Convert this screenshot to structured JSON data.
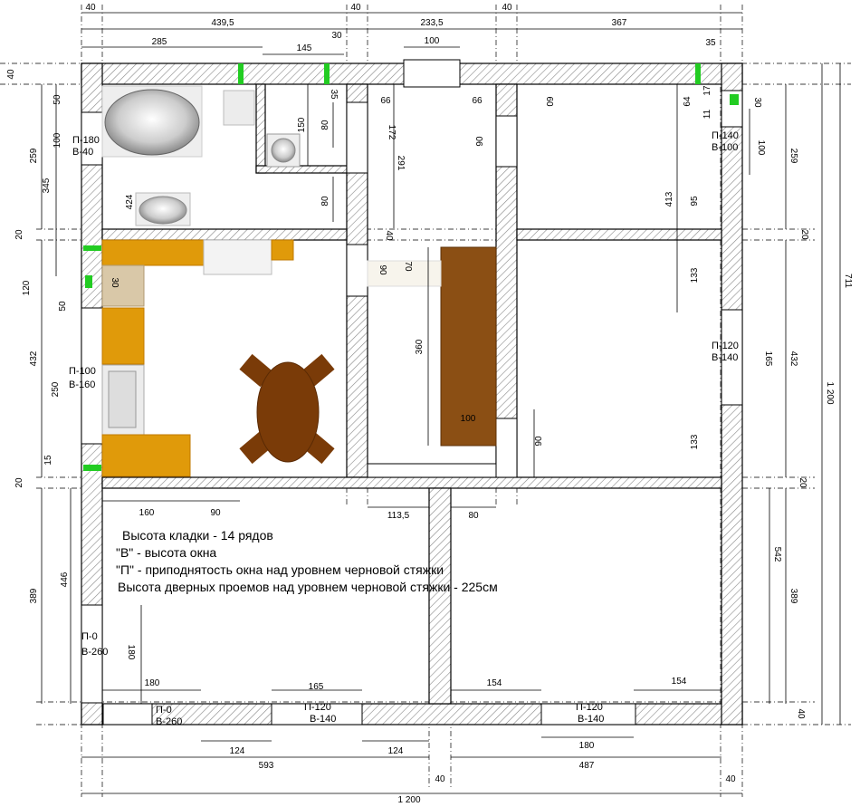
{
  "notes": [
    "Высота кладки - 14  рядов",
    "\"В\" - высота окна",
    "\"П\" - приподнятость окна над уровнем черновой стяжки",
    "Высота дверных проемов над уровнем черновой стяжки  - 225см"
  ],
  "top_dims": [
    "40",
    "439,5",
    "40",
    "233,5",
    "40",
    "367",
    "285",
    "145",
    "30",
    "100",
    "35"
  ],
  "bottom_dims": [
    "593",
    "40",
    "487",
    "40",
    "1 200",
    "124",
    "124",
    "180"
  ],
  "left_dims": [
    "40",
    "50",
    "100",
    "259",
    "345",
    "424",
    "20",
    "120",
    "50",
    "432",
    "250",
    "15",
    "20",
    "446",
    "389",
    "180"
  ],
  "right_dims": [
    "64",
    "17",
    "30",
    "11",
    "100",
    "259",
    "413",
    "95",
    "133",
    "711",
    "165",
    "432",
    "1 200",
    "133",
    "20",
    "542",
    "389",
    "40",
    "20",
    "60"
  ],
  "inner_dims": [
    "35",
    "66",
    "66",
    "150",
    "80",
    "172",
    "291",
    "80",
    "90",
    "40",
    "90",
    "70",
    "360",
    "100",
    "90",
    "30",
    "160",
    "90",
    "113,5",
    "80",
    "180",
    "165",
    "154",
    "154"
  ],
  "window_labels": [
    {
      "p": "П-180",
      "v": "В-40"
    },
    {
      "p": "П-140",
      "v": "В-100"
    },
    {
      "p": "П-100",
      "v": "В-160"
    },
    {
      "p": "П-120",
      "v": "В-140"
    },
    {
      "p": "П-0",
      "v": "В-260"
    },
    {
      "p": "П-0",
      "v": "В-260"
    },
    {
      "p": "П-120",
      "v": "В-140"
    },
    {
      "p": "П-120",
      "v": "В-140"
    }
  ],
  "colors": {
    "wall_hatch": "#888888",
    "kitchen": "#e09a0a",
    "table": "#7a3b08",
    "stair": "#8b4f14",
    "window_green": "#22cc22"
  }
}
